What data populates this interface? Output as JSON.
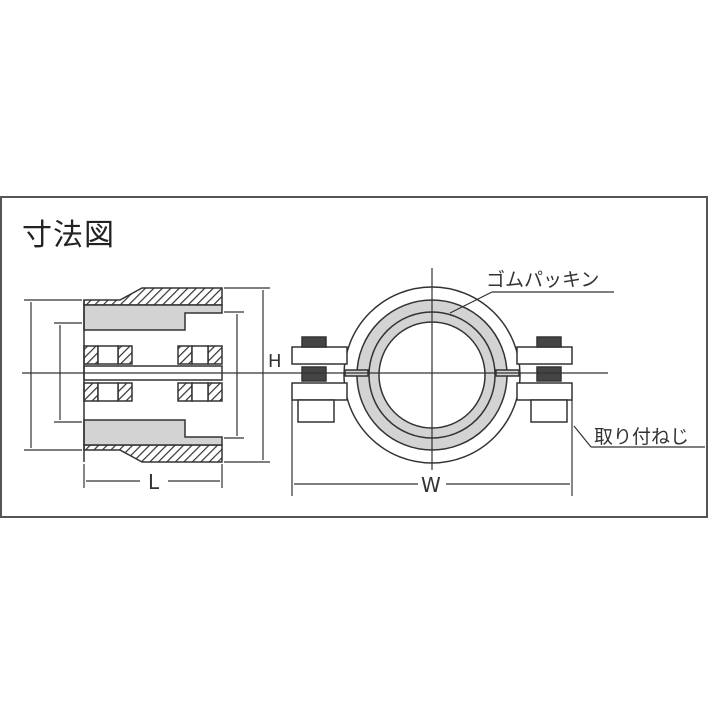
{
  "title": "寸法図",
  "labels": {
    "length": "L",
    "height": "H",
    "width": "W",
    "rubber_packing": "ゴムパッキン",
    "mounting_screw": "取り付ねじ"
  },
  "colors": {
    "line": "#333333",
    "fill_gray": "#d3d3d3",
    "bolt": "#444444",
    "frame": "#555555"
  }
}
